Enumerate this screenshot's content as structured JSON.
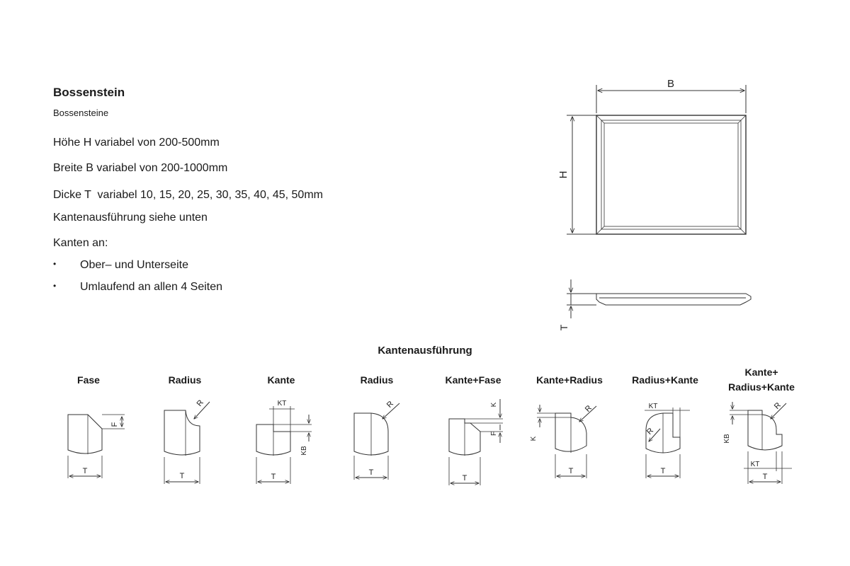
{
  "header": {
    "title": "Bossenstein",
    "subtitle": "Bossensteine"
  },
  "specs": {
    "hoehe": "Höhe H variabel von 200-500mm",
    "breite": "Breite B variabel von 200-1000mm",
    "dicke": "Dicke T  variabel 10, 15, 20, 25, 30, 35, 40, 45, 50mm",
    "kanten_ausfuehrung": "Kantenausführung siehe unten",
    "kanten_an": "Kanten an:"
  },
  "bullets": {
    "marker": "•",
    "items": [
      "Ober– und Unterseite",
      "Umlaufend an allen 4 Seiten"
    ]
  },
  "drawing": {
    "label_b": "B",
    "label_h": "H",
    "label_t": "T"
  },
  "edges": {
    "section_title": "Kantenausführung",
    "labels": {
      "fase": "Fase",
      "radius1": "Radius",
      "kante": "Kante",
      "radius2": "Radius",
      "kante_fase": "Kante+Fase",
      "kante_radius": "Kante+Radius",
      "radius_kante": "Radius+Kante",
      "kante_radius_kante_l1": "Kante+",
      "kante_radius_kante_l2": "Radius+Kante"
    },
    "dims": {
      "t": "T",
      "f": "F",
      "r": "R",
      "kt": "KT",
      "kb": "KB",
      "k": "K"
    }
  }
}
